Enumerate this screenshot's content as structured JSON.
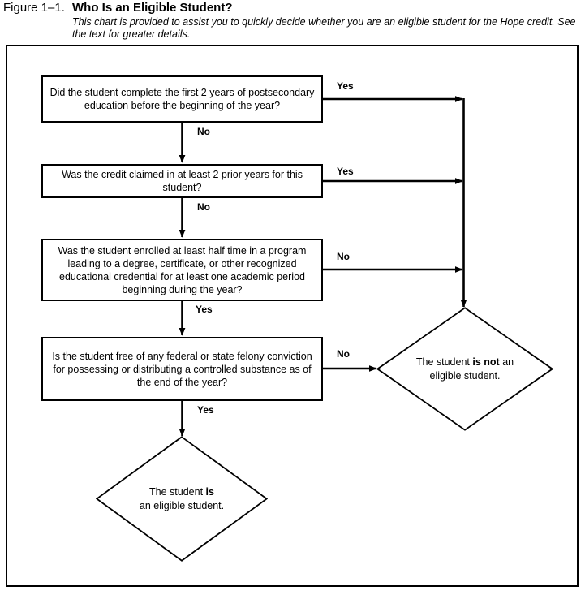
{
  "figure": {
    "number": "Figure 1–1.",
    "title": "Who Is an Eligible Student?",
    "description": "This chart is provided to assist you to quickly decide whether you are an eligible student for the Hope credit. See the text for greater details."
  },
  "boxes": [
    {
      "id": "box-1",
      "text": "Did the student complete the first 2 years of postsecondary education before the beginning of the year?"
    },
    {
      "id": "box-2",
      "text": "Was the credit claimed in at least 2 prior years for this student?"
    },
    {
      "id": "box-3",
      "text": "Was the student enrolled at least half time in a program leading to a degree, certificate, or other recognized educational credential for at least one academic period beginning during the year?"
    },
    {
      "id": "box-4",
      "text": "Is the student free of any federal or state felony conviction for possessing or distributing a controlled substance as of the end of the year?"
    }
  ],
  "outcomes": {
    "not_eligible": {
      "line1_pre": "The student ",
      "line1_strong": "is not",
      "line1_post": " an",
      "line2": "eligible student."
    },
    "eligible": {
      "line1_pre": "The student ",
      "line1_strong": "is",
      "line1_post": "",
      "line2": "an eligible student."
    }
  },
  "edge_labels": {
    "box1_right": "Yes",
    "box1_down": "No",
    "box2_right": "Yes",
    "box2_down": "No",
    "box3_right": "No",
    "box3_down": "Yes",
    "box4_right": "No",
    "box4_down": "Yes"
  },
  "colors": {
    "stroke": "#000000",
    "background": "#ffffff",
    "text": "#000000"
  }
}
